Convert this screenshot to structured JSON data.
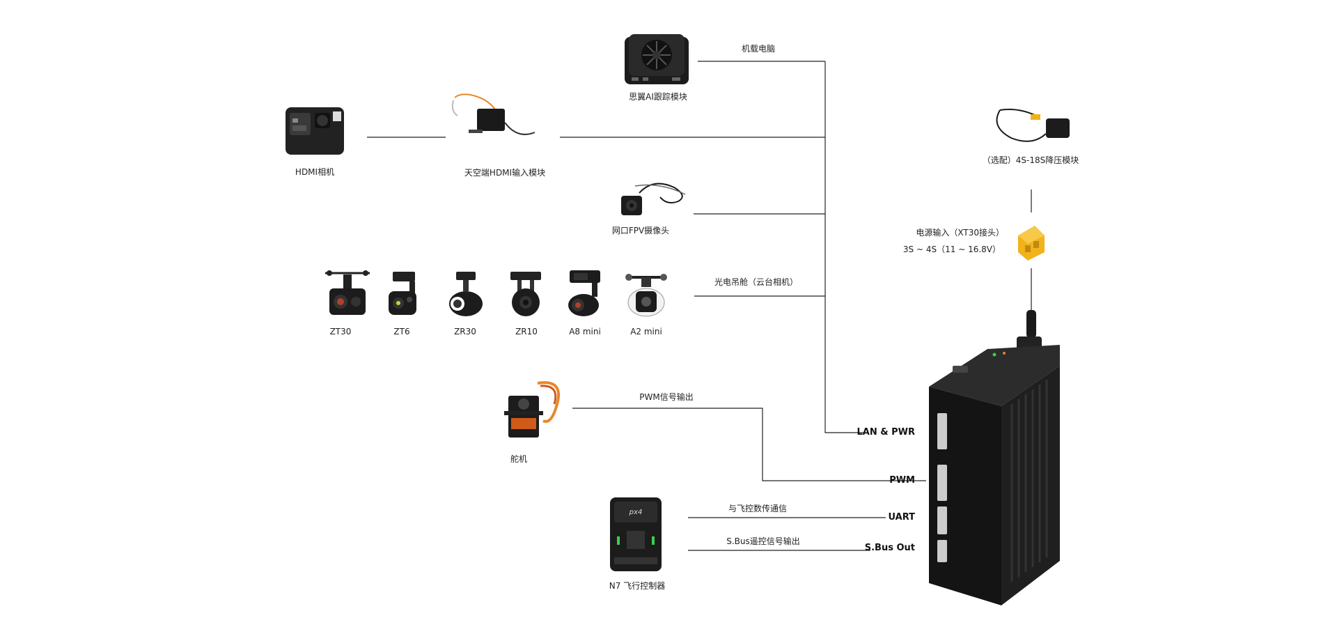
{
  "devices": {
    "onboard_pc": "机载电脑",
    "ai_tracker": "思翼AI跟踪模块",
    "hdmi_camera": "HDMI相机",
    "hdmi_input": "天空端HDMI输入模块",
    "fpv_camera": "网口FPV摄像头",
    "gimbal": "光电吊舱（云台相机）",
    "servo": "舵机",
    "pwm_output": "PWM信号输出",
    "flight_controller": "N7 飞行控制器",
    "fc_comm": "与飞控数传通信",
    "sbus_output": "S.Bus遥控信号输出",
    "step_down": "（选配）4S-18S降压模块",
    "power_input": "电源输入（XT30接头）",
    "power_range": "3S ~ 4S（11 ~ 16.8V）"
  },
  "gimbals": [
    "ZT30",
    "ZT6",
    "ZR30",
    "ZR10",
    "A8 mini",
    "A2 mini"
  ],
  "ports": {
    "lan_pwr": "LAN & PWR",
    "pwm": "PWM",
    "uart": "UART",
    "sbus_out": "S.Bus Out"
  },
  "colors": {
    "line": "#222222",
    "device_body": "#1c1c1c",
    "accent_orange": "#e8862a",
    "connector_yellow": "#f2b21a"
  }
}
